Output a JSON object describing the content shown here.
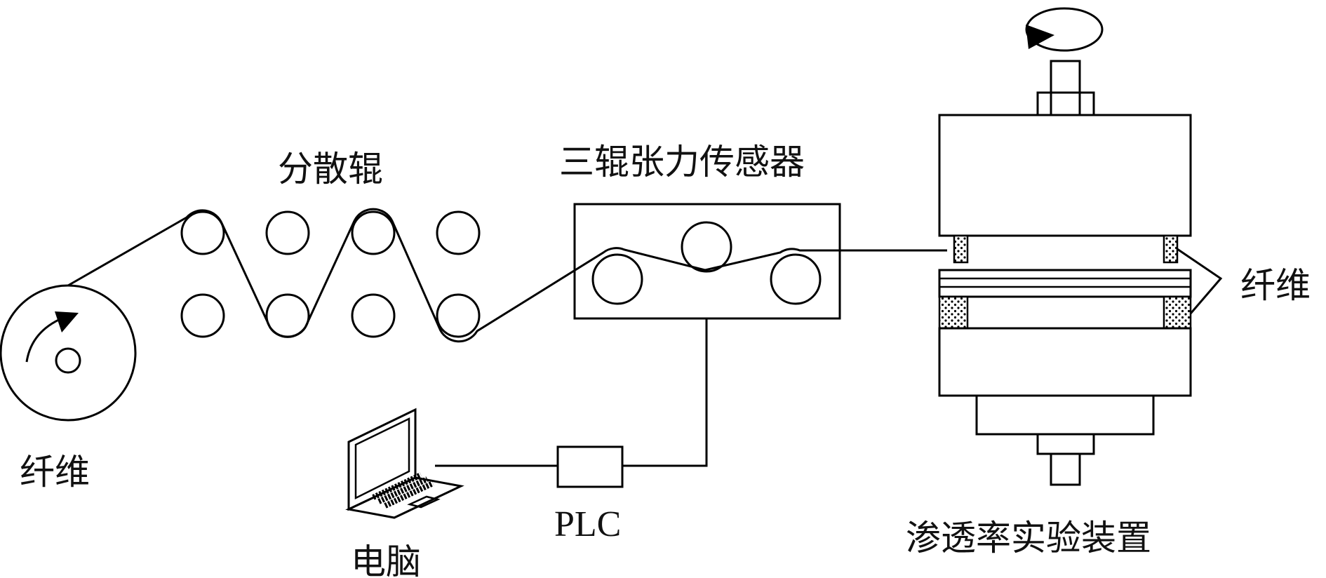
{
  "labels": {
    "fiber_spool": "纤维",
    "dispersing_rollers": "分散辊",
    "tension_sensor": "三辊张力传感器",
    "computer": "电脑",
    "plc": "PLC",
    "permeability_device": "渗透率实验装置",
    "fiber_right": "纤维"
  }
}
